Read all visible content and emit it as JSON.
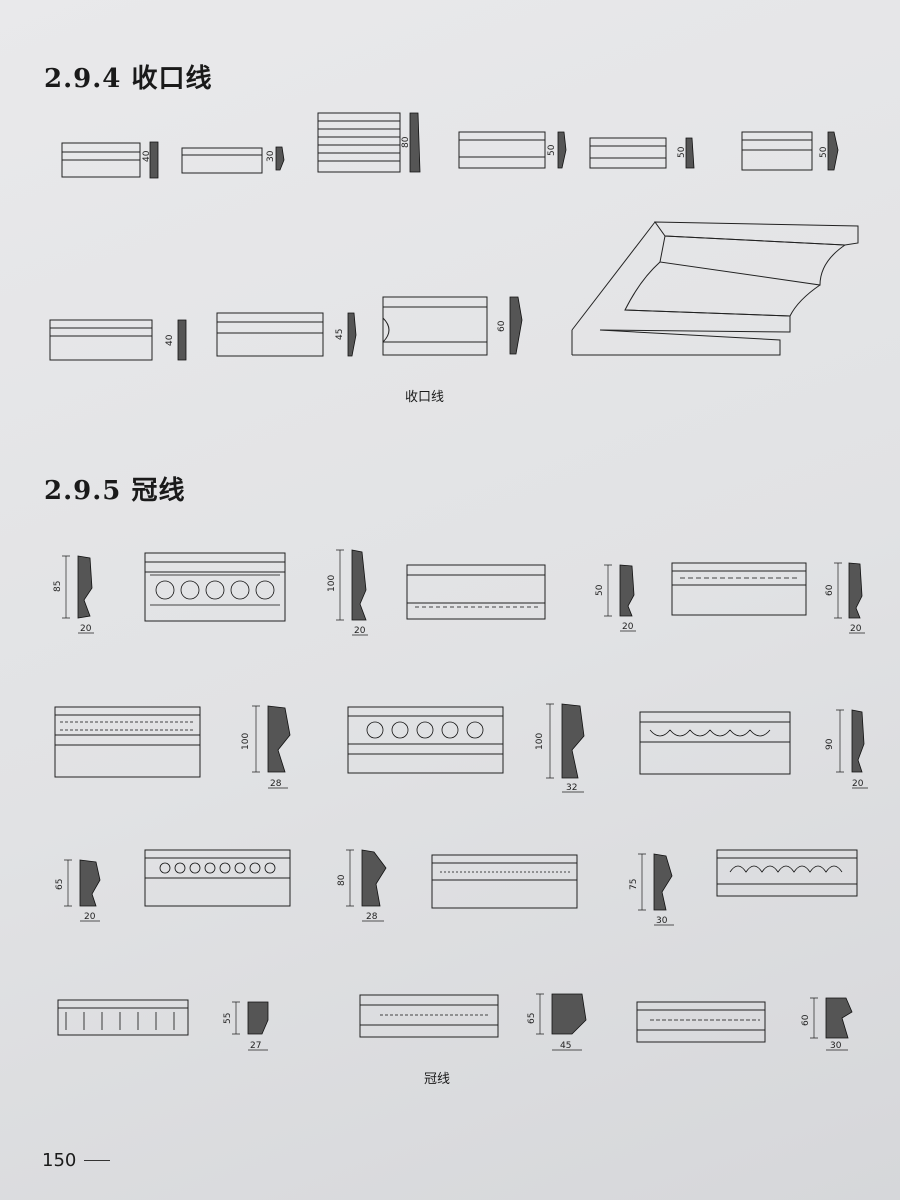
{
  "section1": {
    "number": "2.9.4",
    "title": "收口线",
    "caption": "收口线"
  },
  "section2": {
    "number": "2.9.5",
    "title": "冠线",
    "caption": "冠线"
  },
  "trim_dims": [
    "40",
    "30",
    "80",
    "50",
    "50",
    "50",
    "40",
    "45",
    "60"
  ],
  "crown_dims": [
    {
      "h": "85",
      "w": "20"
    },
    {
      "h": "100",
      "w": "20"
    },
    {
      "h": "50",
      "w": "20"
    },
    {
      "h": "60",
      "w": "20"
    },
    {
      "h": "100",
      "w": "28"
    },
    {
      "h": "100",
      "w": "32"
    },
    {
      "h": "90",
      "w": "20"
    },
    {
      "h": "65",
      "w": "20"
    },
    {
      "h": "80",
      "w": "28"
    },
    {
      "h": "75",
      "w": "30"
    },
    {
      "h": "55",
      "w": "27"
    },
    {
      "h": "65",
      "w": "45"
    },
    {
      "h": "60",
      "w": "30"
    }
  ],
  "page_number": "150"
}
